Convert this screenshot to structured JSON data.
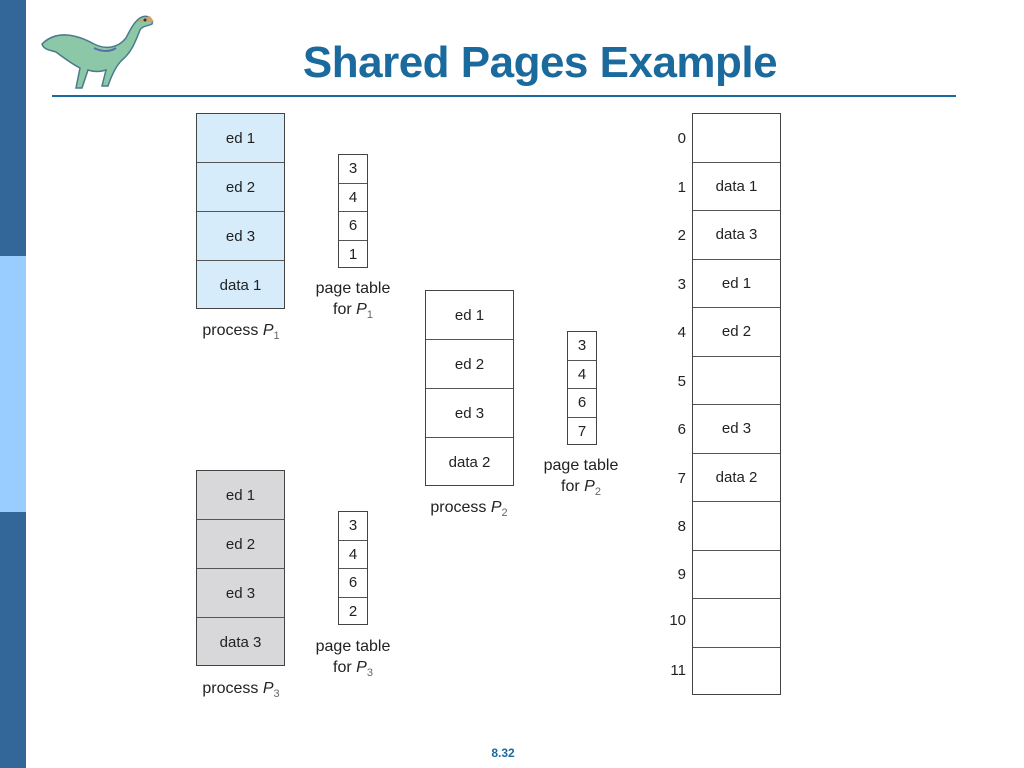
{
  "title": "Shared Pages Example",
  "page_number": "8.32",
  "process_p1": {
    "pages": [
      "ed 1",
      "ed 2",
      "ed 3",
      "data 1"
    ],
    "caption": "process",
    "subscript": "1"
  },
  "page_table_p1": {
    "entries": [
      "3",
      "4",
      "6",
      "1"
    ],
    "caption_line1": "page table",
    "caption_line2": "for",
    "subscript": "1"
  },
  "process_p2": {
    "pages": [
      "ed 1",
      "ed 2",
      "ed 3",
      "data 2"
    ],
    "caption": "process",
    "subscript": "2"
  },
  "page_table_p2": {
    "entries": [
      "3",
      "4",
      "6",
      "7"
    ],
    "caption_line1": "page table",
    "caption_line2": "for",
    "subscript": "2"
  },
  "process_p3": {
    "pages": [
      "ed 1",
      "ed 2",
      "ed 3",
      "data 3"
    ],
    "caption": "process",
    "subscript": "3"
  },
  "page_table_p3": {
    "entries": [
      "3",
      "4",
      "6",
      "2"
    ],
    "caption_line1": "page table",
    "caption_line2": "for",
    "subscript": "3"
  },
  "process_letter": "P",
  "physical_memory": {
    "frame_numbers": [
      "0",
      "1",
      "2",
      "3",
      "4",
      "5",
      "6",
      "7",
      "8",
      "9",
      "10",
      "11"
    ],
    "frames": [
      "",
      "data 1",
      "data 3",
      "ed 1",
      "ed 2",
      "",
      "ed 3",
      "data 2",
      "",
      "",
      "",
      ""
    ]
  },
  "colors": {
    "title": "#1b6a9e",
    "sidebar_dark": "#336699",
    "sidebar_light": "#99ccff",
    "p1_fill": "#d6ecfa",
    "p3_fill": "#d8d8da"
  },
  "logo_icon": "dinosaur-icon"
}
